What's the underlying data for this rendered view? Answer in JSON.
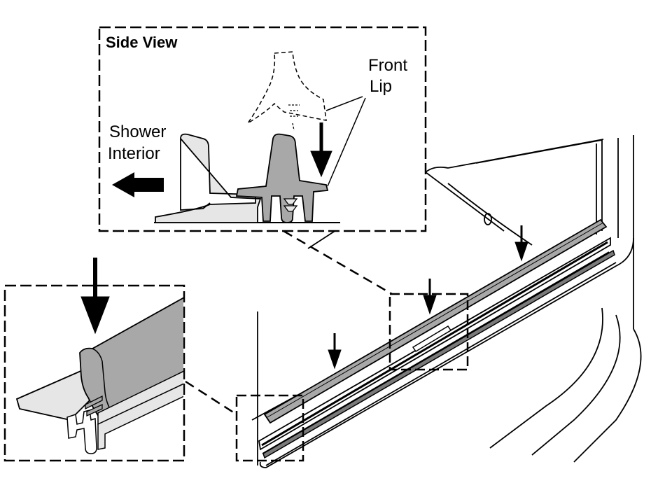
{
  "labels": {
    "side_view": "Side View",
    "front": "Front",
    "lip": "Lip",
    "shower": "Shower",
    "interior": "Interior"
  },
  "colors": {
    "ink": "#000000",
    "fill_gray": "#a8a8a8",
    "fill_light": "#e6e6e6",
    "fill_dark": "#7a7a7a"
  }
}
